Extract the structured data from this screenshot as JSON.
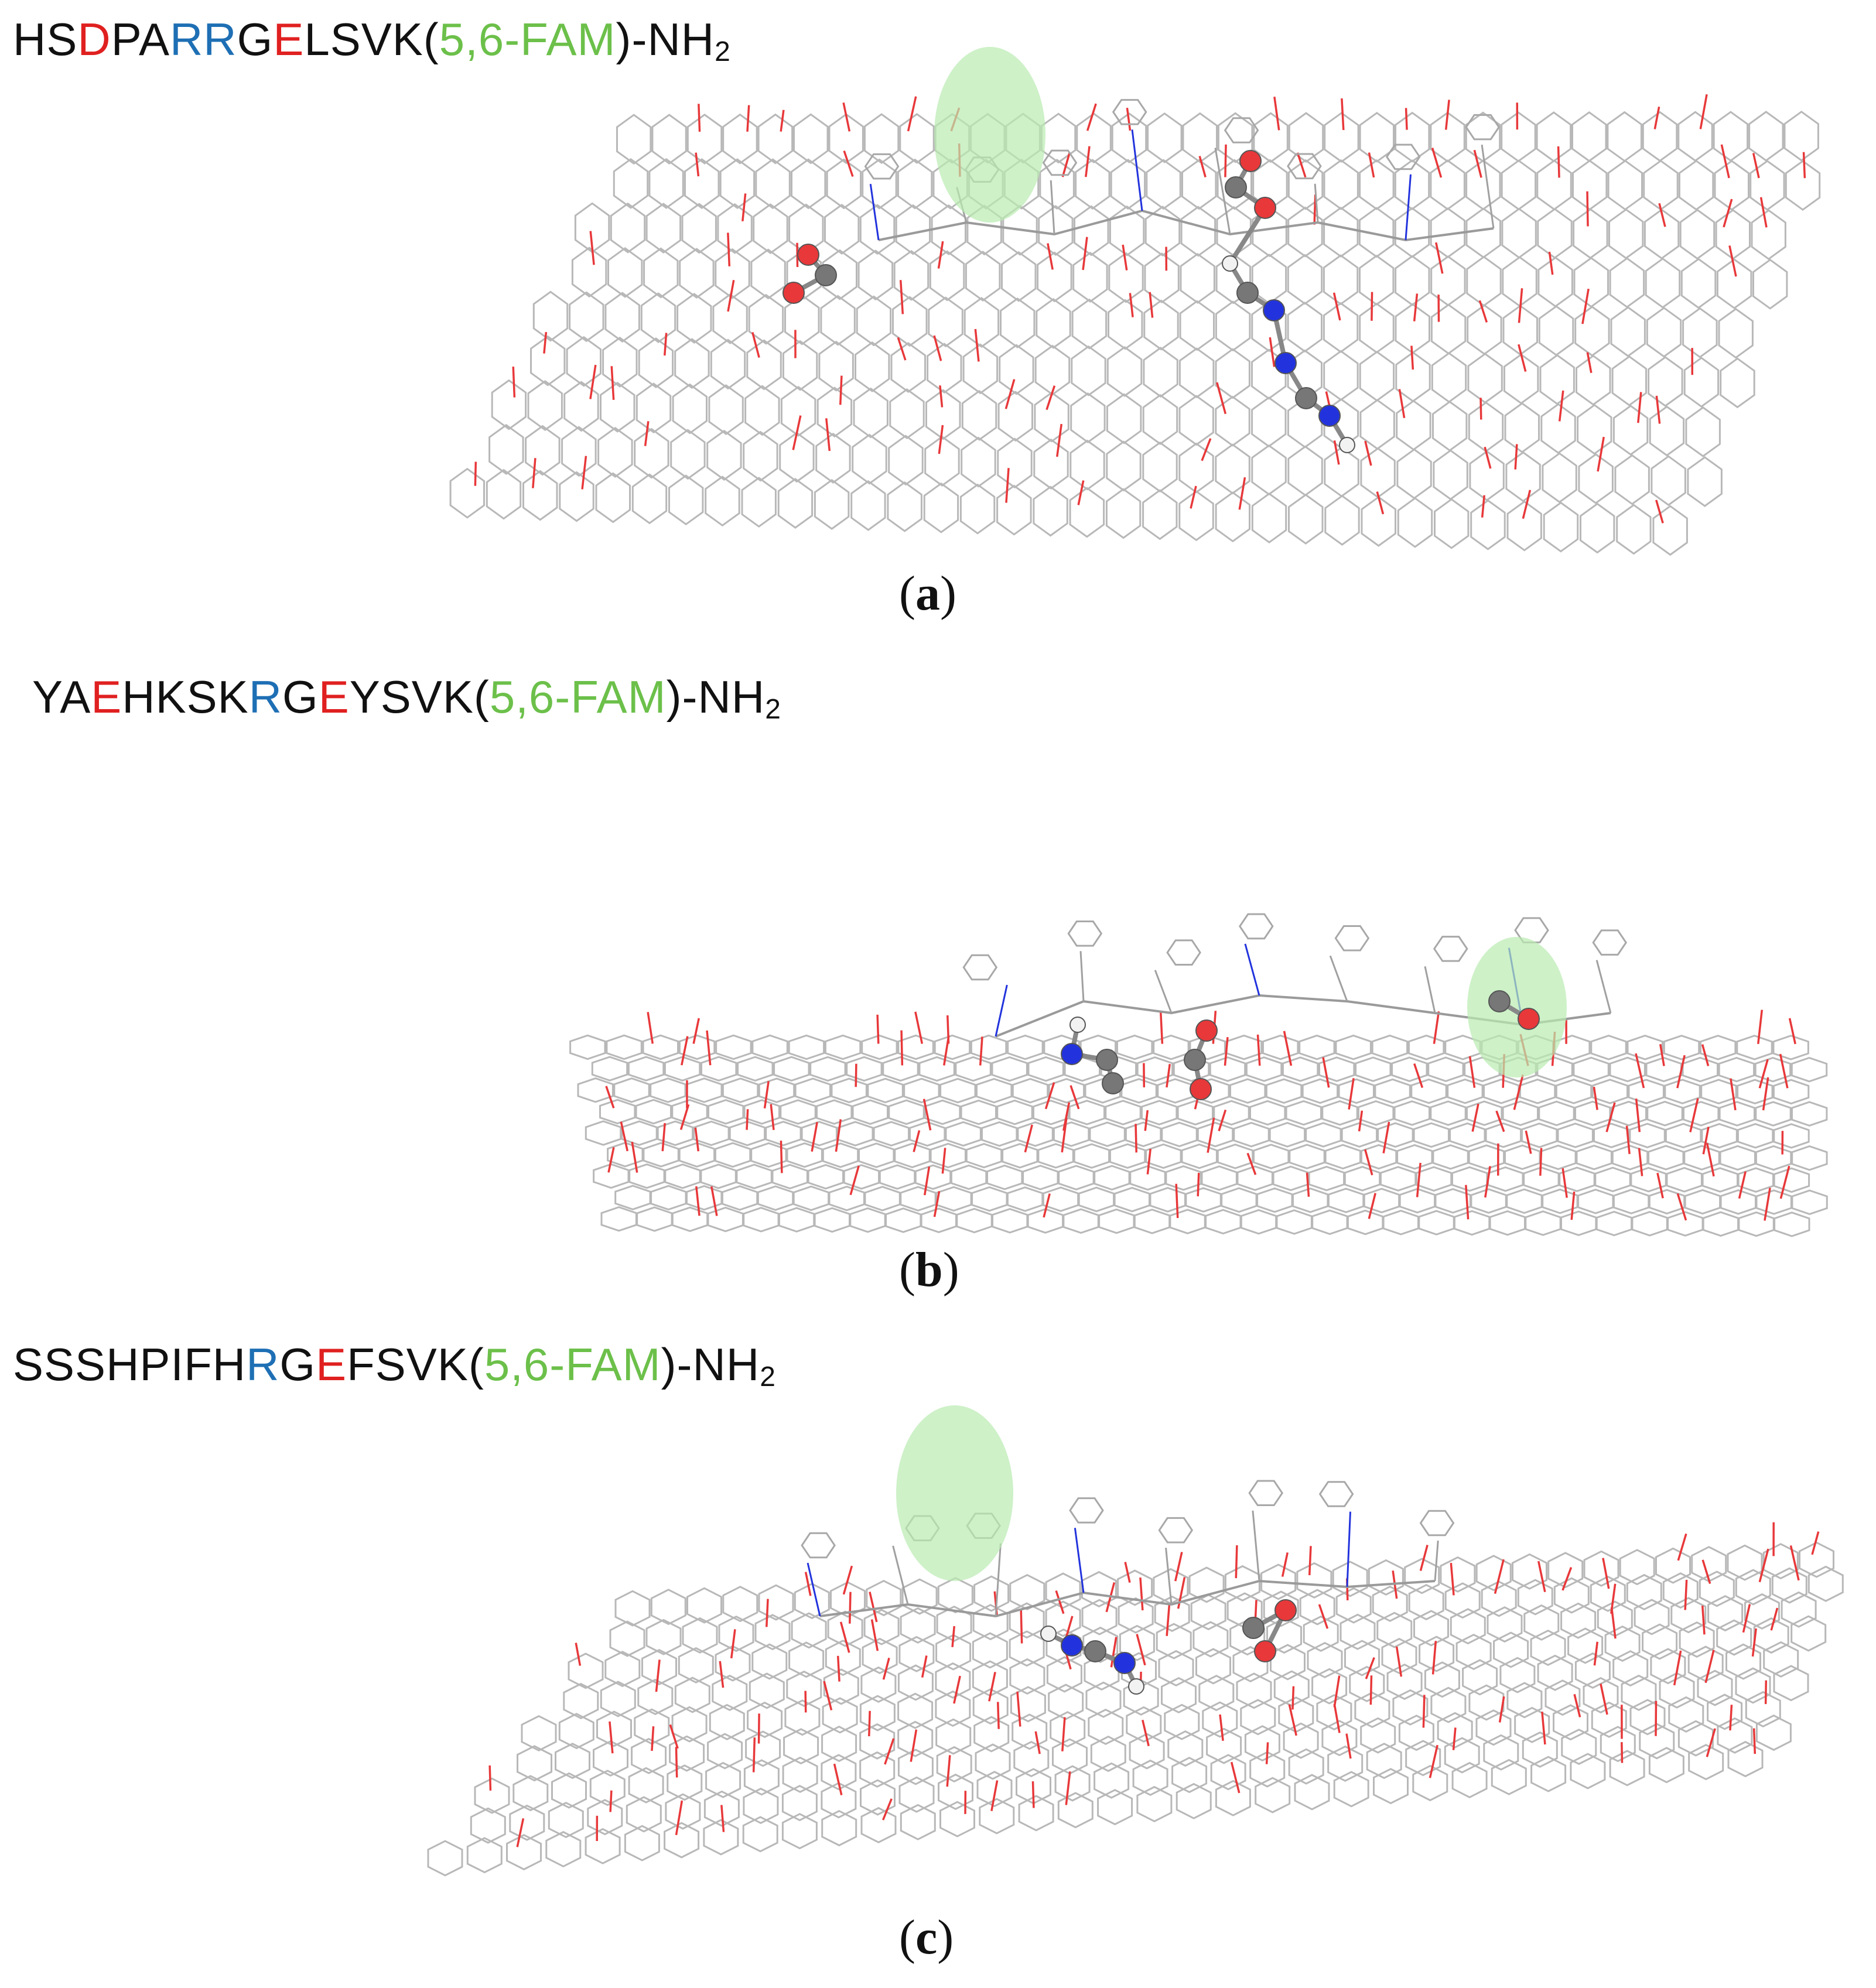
{
  "panels": [
    {
      "sequence": [
        {
          "t": "HS",
          "c": "k"
        },
        {
          "t": "D",
          "c": "r"
        },
        {
          "t": "PA",
          "c": "k"
        },
        {
          "t": "RR",
          "c": "b"
        },
        {
          "t": "G",
          "c": "k"
        },
        {
          "t": "E",
          "c": "r"
        },
        {
          "t": "LSVK(",
          "c": "k"
        },
        {
          "t": "5,6-FAM",
          "c": "g"
        },
        {
          "t": ")-NH",
          "c": "k"
        }
      ],
      "subscript": "2",
      "caption_open": "(",
      "caption_letter": "a",
      "caption_close": ")"
    },
    {
      "sequence": [
        {
          "t": "YA",
          "c": "k"
        },
        {
          "t": "E",
          "c": "r"
        },
        {
          "t": "HKSK",
          "c": "k"
        },
        {
          "t": "R",
          "c": "b"
        },
        {
          "t": "G",
          "c": "k"
        },
        {
          "t": "E",
          "c": "r"
        },
        {
          "t": "YSVK(",
          "c": "k"
        },
        {
          "t": "5,6-FAM",
          "c": "g"
        },
        {
          "t": ")-NH",
          "c": "k"
        }
      ],
      "subscript": "2",
      "caption_open": "(",
      "caption_letter": "b",
      "caption_close": ")"
    },
    {
      "sequence": [
        {
          "t": "SSSHPIFH",
          "c": "k"
        },
        {
          "t": "R",
          "c": "b"
        },
        {
          "t": "G",
          "c": "k"
        },
        {
          "t": "E",
          "c": "r"
        },
        {
          "t": "FSVK(",
          "c": "k"
        },
        {
          "t": "5,6-FAM",
          "c": "g"
        },
        {
          "t": ")-NH",
          "c": "k"
        }
      ],
      "subscript": "2",
      "caption_open": "(",
      "caption_letter": "c",
      "caption_close": ")"
    }
  ],
  "colors": {
    "black": "#111111",
    "red_residue": "#e02020",
    "blue_residue": "#1e6fb4",
    "green_fam": "#6cc04a",
    "graphene_line": "#b8b8b8",
    "oxygen": "#e8383a",
    "nitrogen": "#2233dd",
    "highlight": "#b9ebb0"
  }
}
